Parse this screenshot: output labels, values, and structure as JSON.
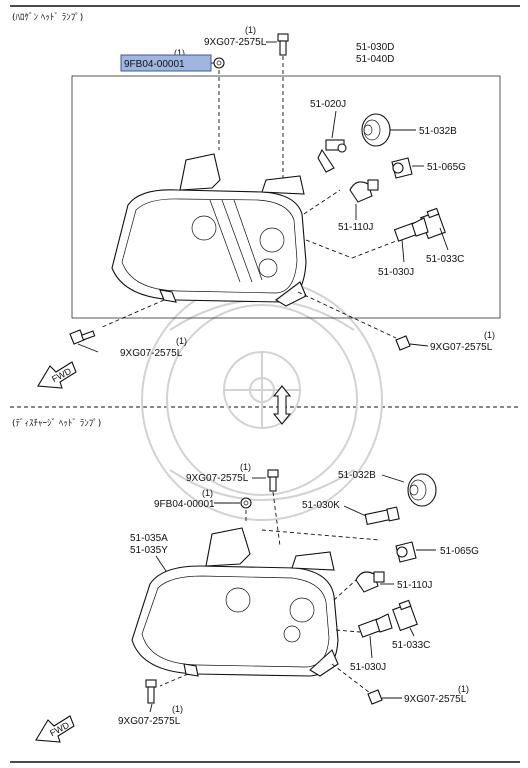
{
  "sections": {
    "top_header": "(ﾊﾛｹﾞﾝ ﾍｯﾄﾞ ﾗﾝﾌﾟ)",
    "bottom_header": "(ﾃﾞｨｽﾁｬｰｼﾞ ﾍｯﾄﾞ ﾗﾝﾌﾟ)"
  },
  "top": {
    "bolt_top": "9XG07-2575L",
    "bolt_top_qty": "(1)",
    "nut": "9FB04-00001",
    "nut_qty": "(1)",
    "assembly_a": "51-030D",
    "assembly_b": "51-040D",
    "bulb_hi": "51-020J",
    "cap": "51-032B",
    "socket_g": "51-065G",
    "side_bulb": "51-110J",
    "socket_c": "51-033C",
    "bulb_lo": "51-030J",
    "bolt_left": "9XG07-2575L",
    "bolt_left_qty": "(1)",
    "bolt_right": "9XG07-2575L",
    "bolt_right_qty": "(1)",
    "fwd": "FWD"
  },
  "bottom": {
    "bolt_top": "9XG07-2575L",
    "bolt_top_qty": "(1)",
    "nut": "9FB04-00001",
    "nut_qty": "(1)",
    "cap": "51-032B",
    "bulb_k": "51-030K",
    "assembly_a": "51-035A",
    "assembly_b": "51-035Y",
    "socket_g": "51-065G",
    "side_bulb": "51-110J",
    "socket_c": "51-033C",
    "bulb_lo": "51-030J",
    "bolt_right": "9XG07-2575L",
    "bolt_right_qty": "(1)",
    "bolt_left": "9XG07-2575L",
    "bolt_left_qty": "(1)",
    "fwd": "FWD"
  },
  "colors": {
    "highlight": "#9fb6de",
    "ink": "#111111"
  }
}
